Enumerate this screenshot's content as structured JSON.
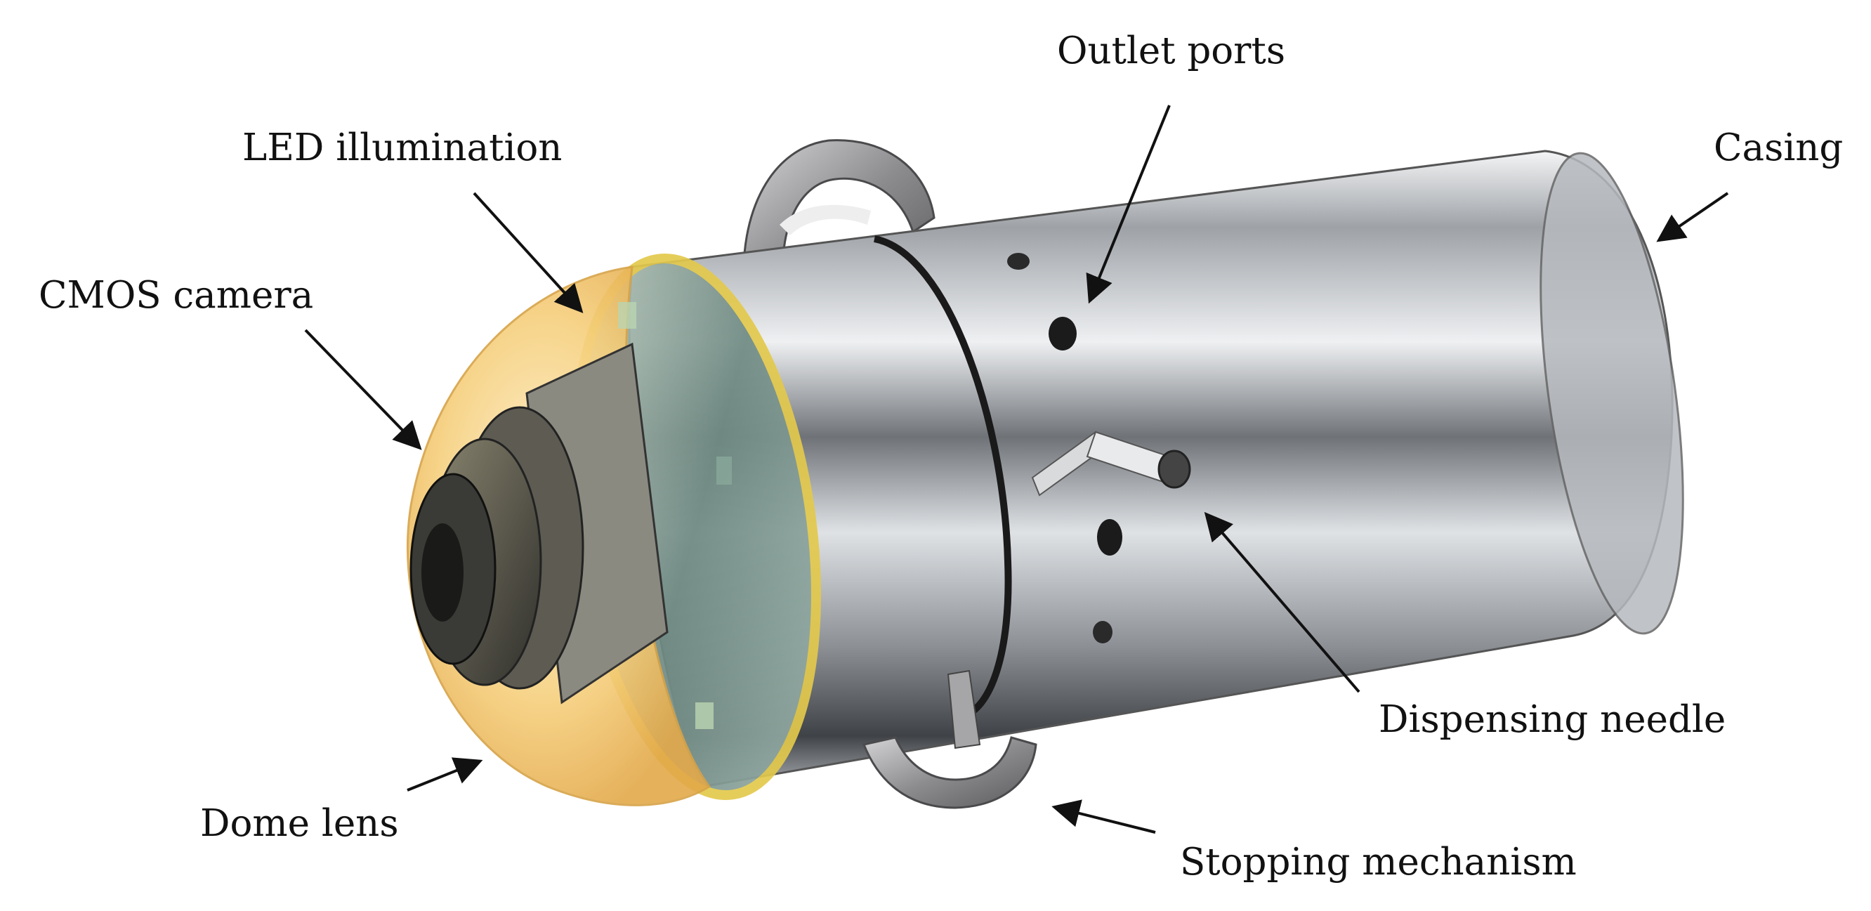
{
  "labels": {
    "outlet_ports": "Outlet ports",
    "led_illumination": "LED illumination",
    "casing": "Casing",
    "cmos_camera": "CMOS camera",
    "dispensing_needle": "Dispensing needle",
    "dome_lens": "Dome lens",
    "stopping_mechanism": "Stopping mechanism"
  },
  "colors": {
    "dome": "#f2c46a",
    "casing": "#c9ccd0",
    "stopper": "#8c8c8e"
  }
}
